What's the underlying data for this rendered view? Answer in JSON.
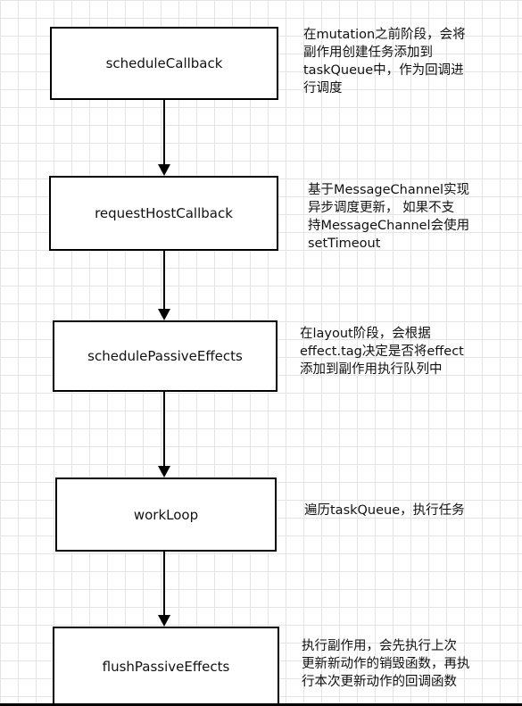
{
  "nodes": [
    {
      "label": "scheduleCallback"
    },
    {
      "label": "requestHostCallback"
    },
    {
      "label": "schedulePassiveEffects"
    },
    {
      "label": "workLoop"
    },
    {
      "label": "flushPassiveEffects"
    }
  ],
  "notes": [
    {
      "lines": [
        "在mutation之前阶段，会将",
        "副作用创建任务添加到",
        "taskQueue中，作为回调进",
        "行调度"
      ]
    },
    {
      "lines": [
        "基于MessageChannel实现",
        "异步调度更新， 如果不支",
        "持MessageChannel会使用",
        "setTimeout"
      ]
    },
    {
      "lines": [
        "在layout阶段，会根据",
        "effect.tag决定是否将effect",
        "添加到副作用执行队列中"
      ]
    },
    {
      "lines": [
        "遍历taskQueue，执行任务"
      ]
    },
    {
      "lines": [
        "执行副作用，会先执行上次",
        "更新新动作的销毁函数，再执",
        "行本次更新动作的回调函数"
      ]
    }
  ]
}
